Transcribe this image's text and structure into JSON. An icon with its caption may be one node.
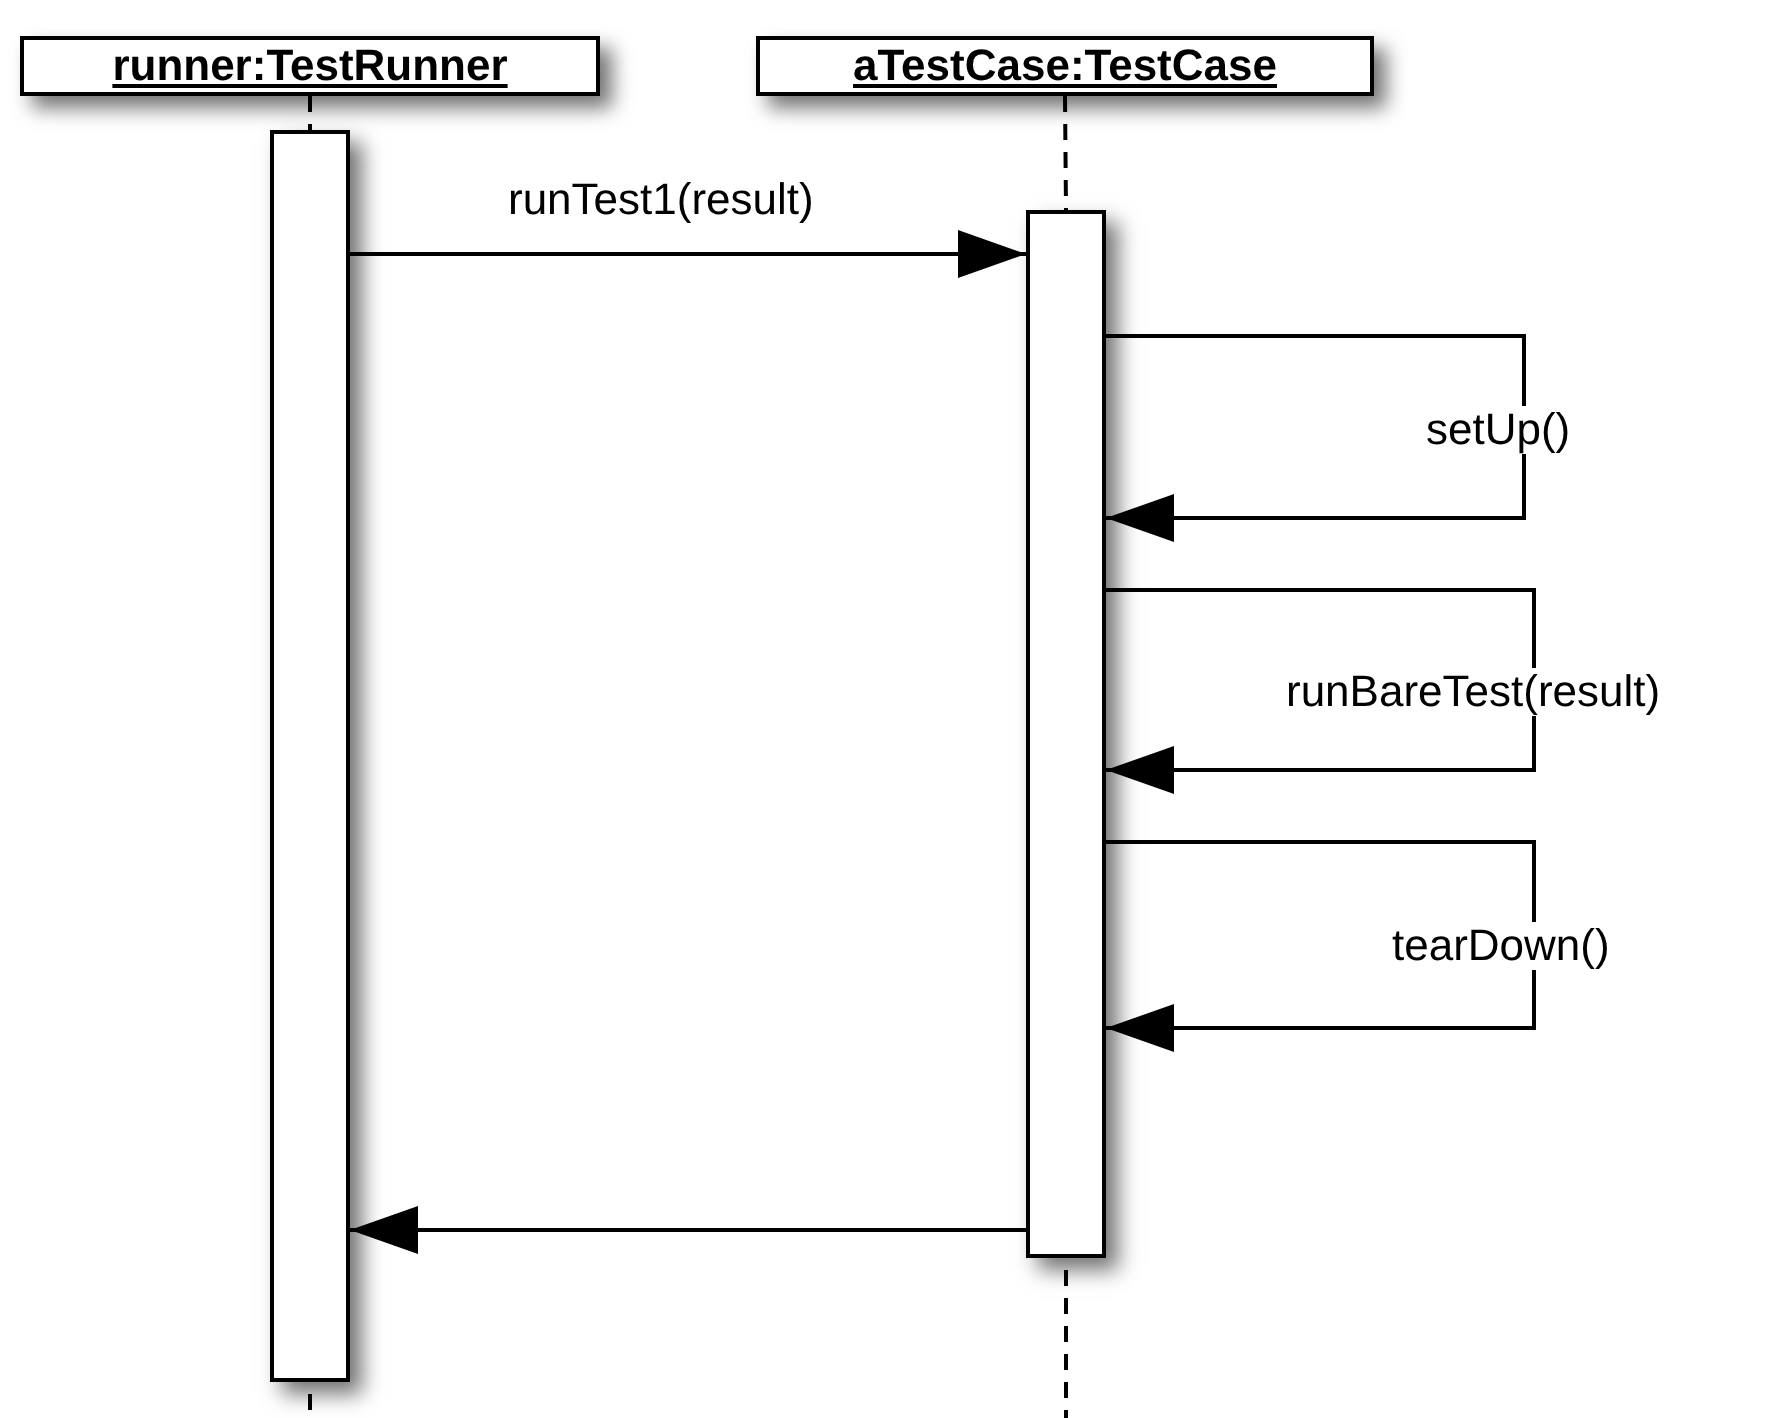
{
  "diagram": {
    "nodes": [
      {
        "text": [
          "runner:TestRunner"
        ]
      },
      {
        "text": [
          "aTestCase:TestCase"
        ]
      },
      {
        "text": [],
        "shape": "bar"
      },
      {
        "text": [],
        "shape": "bar"
      }
    ],
    "edges": [
      {
        "from": 0,
        "to": 2,
        "arrow": "none",
        "style": "dashed"
      },
      {
        "from": 1,
        "to": 3,
        "arrow": "none",
        "style": "dashed"
      },
      {
        "from": 2,
        "to": 3,
        "arrow": "to",
        "label": "runTest1(result)"
      },
      {
        "from": 3,
        "to": 3,
        "arrow": "to",
        "label": "setUp()"
      },
      {
        "from": 3,
        "to": 3,
        "arrow": "to",
        "label": "runBareTest(result)"
      },
      {
        "from": 3,
        "to": 3,
        "arrow": "to",
        "label": "tearDown()"
      },
      {
        "from": 3,
        "to": 2,
        "arrow": "to"
      }
    ]
  }
}
